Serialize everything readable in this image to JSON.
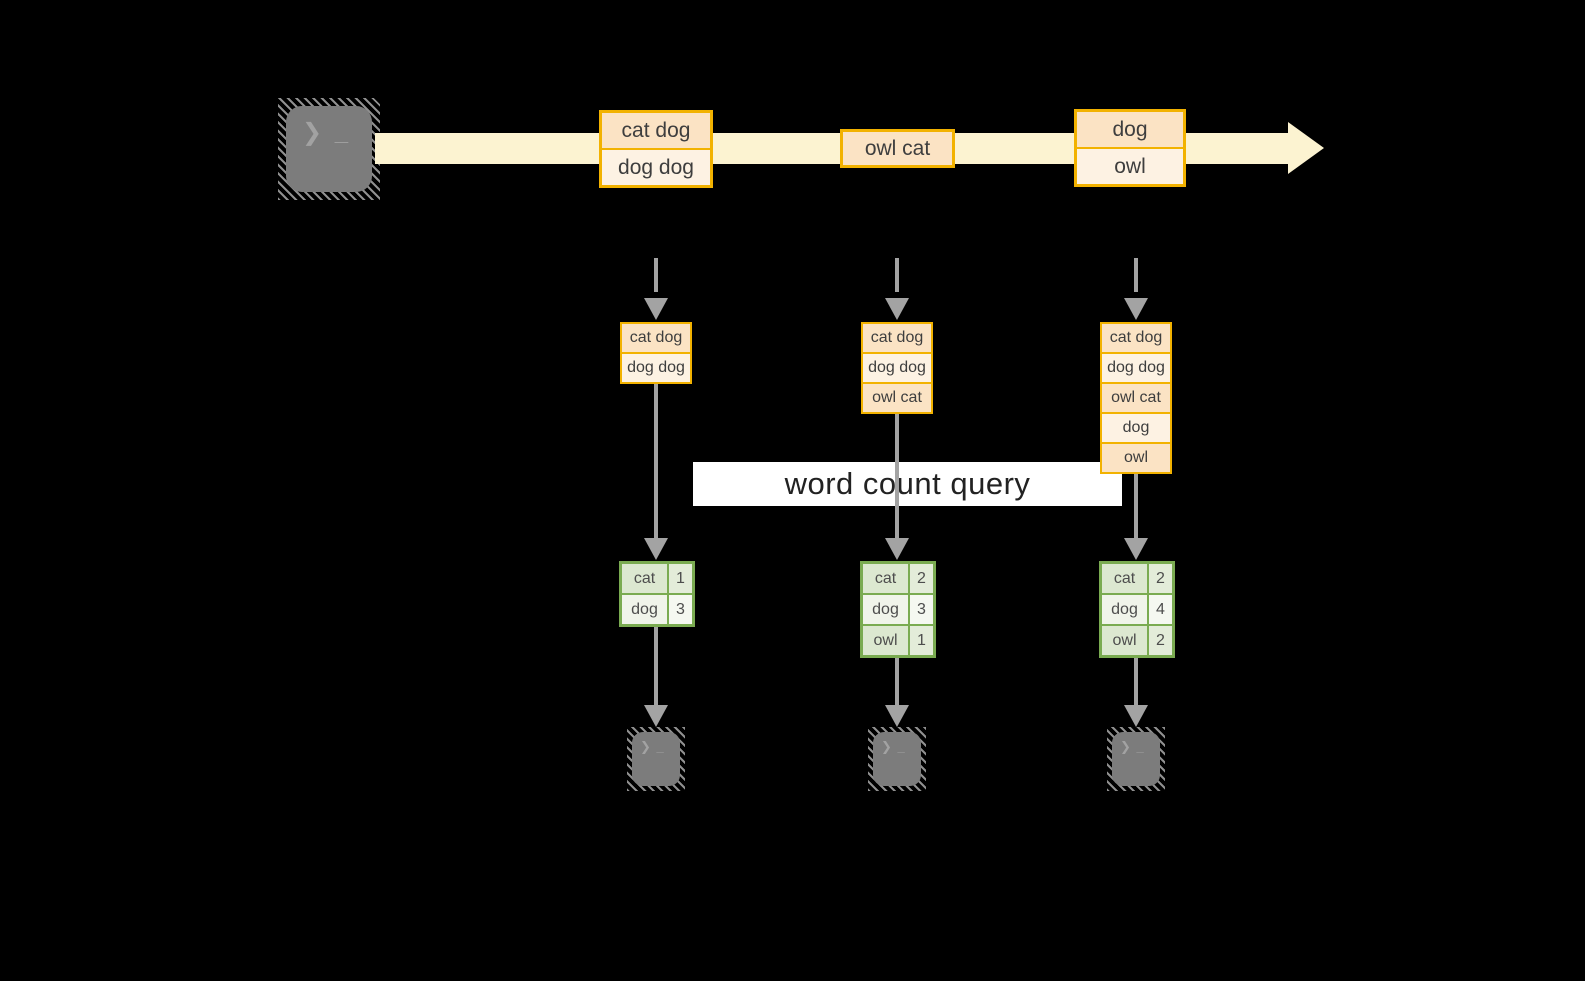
{
  "palette": {
    "gold": "#f2b200",
    "peach": "#fbe3c4",
    "cream": "#fdf2e3",
    "stream": "#fcf3d1",
    "gray": "#a3a3a3",
    "green": "#7aab51",
    "sage": "#dce8d0",
    "sage_light": "#e3ecd9",
    "mist": "#f0f4ea",
    "mist_light": "#f5f8f1",
    "ink": "#3e3e3e",
    "terminal": "#7c7c7c"
  },
  "icons": {
    "terminal_prompt": "❯ _"
  },
  "stream": {
    "batches": [
      {
        "items": [
          "cat dog",
          "dog dog"
        ]
      },
      {
        "items": [
          "owl cat"
        ]
      },
      {
        "items": [
          "dog",
          "owl"
        ]
      }
    ]
  },
  "states": [
    {
      "items": [
        "cat dog",
        "dog dog"
      ]
    },
    {
      "items": [
        "cat dog",
        "dog dog",
        "owl cat"
      ]
    },
    {
      "items": [
        "cat dog",
        "dog dog",
        "owl cat",
        "dog",
        "owl"
      ]
    }
  ],
  "query": {
    "label": "word count query"
  },
  "tables": [
    {
      "rows": [
        {
          "word": "cat",
          "count": "1"
        },
        {
          "word": "dog",
          "count": "3"
        }
      ]
    },
    {
      "rows": [
        {
          "word": "cat",
          "count": "2"
        },
        {
          "word": "dog",
          "count": "3"
        },
        {
          "word": "owl",
          "count": "1"
        }
      ]
    },
    {
      "rows": [
        {
          "word": "cat",
          "count": "2"
        },
        {
          "word": "dog",
          "count": "4"
        },
        {
          "word": "owl",
          "count": "2"
        }
      ]
    }
  ]
}
